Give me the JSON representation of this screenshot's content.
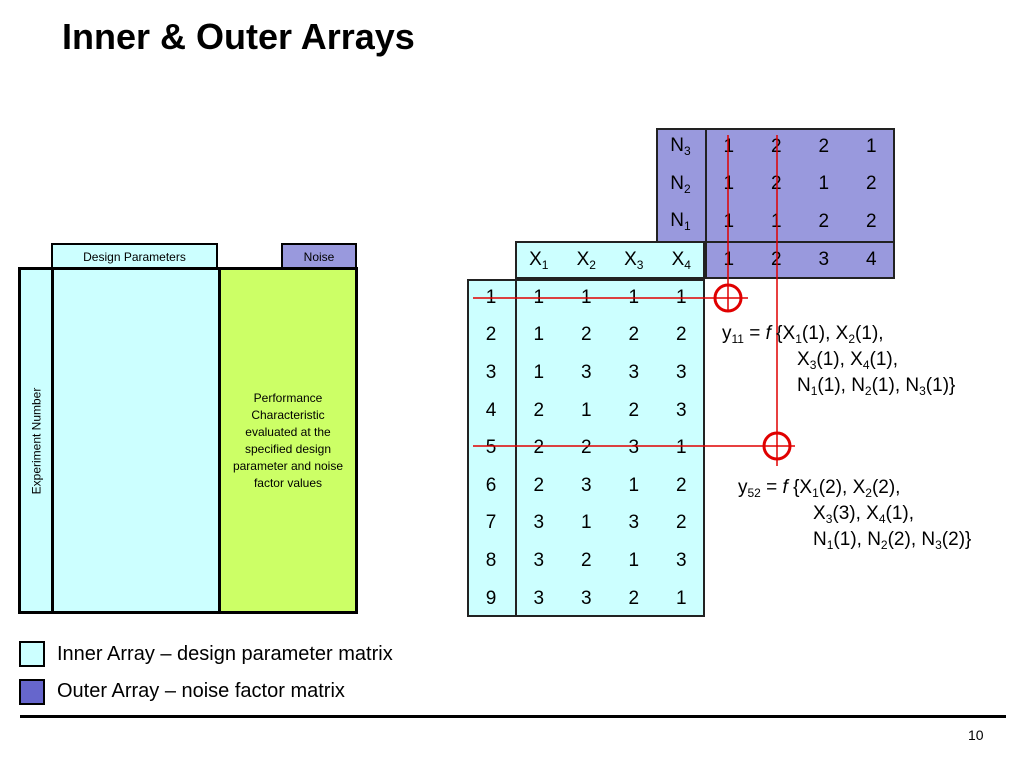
{
  "title": "Inner & Outer Arrays",
  "left_diagram": {
    "design_header": "Design Parameters",
    "noise_header": "Noise",
    "experiment_label": "Experiment Number",
    "performance_text": "Performance Characteristic evaluated at the specified design parameter and noise factor values"
  },
  "inner_array": {
    "headers": [
      "X",
      "X",
      "X",
      "X"
    ],
    "header_subs": [
      "1",
      "2",
      "3",
      "4"
    ],
    "rows": [
      [
        "1",
        "1",
        "1",
        "1",
        "1"
      ],
      [
        "2",
        "1",
        "2",
        "2",
        "2"
      ],
      [
        "3",
        "1",
        "3",
        "3",
        "3"
      ],
      [
        "4",
        "2",
        "1",
        "2",
        "3"
      ],
      [
        "5",
        "2",
        "2",
        "3",
        "1"
      ],
      [
        "6",
        "2",
        "3",
        "1",
        "2"
      ],
      [
        "7",
        "3",
        "1",
        "3",
        "2"
      ],
      [
        "8",
        "3",
        "2",
        "1",
        "3"
      ],
      [
        "9",
        "3",
        "3",
        "2",
        "1"
      ]
    ]
  },
  "outer_array": {
    "row_labels": [
      "N",
      "N",
      "N"
    ],
    "row_label_subs": [
      "3",
      "2",
      "1"
    ],
    "rows": [
      [
        "1",
        "2",
        "2",
        "1"
      ],
      [
        "1",
        "2",
        "1",
        "2"
      ],
      [
        "1",
        "1",
        "2",
        "2"
      ]
    ],
    "column_numbers": [
      "1",
      "2",
      "3",
      "4"
    ]
  },
  "formulas": [
    {
      "lines": [
        [
          {
            "t": "y"
          },
          {
            "s": "11"
          },
          {
            "t": " = "
          },
          {
            "i": "f"
          },
          {
            "t": " {X"
          },
          {
            "s": "1"
          },
          {
            "t": "(1), X"
          },
          {
            "s": "2"
          },
          {
            "t": "(1),"
          }
        ],
        [
          {
            "t": "X"
          },
          {
            "s": "3"
          },
          {
            "t": "(1), X"
          },
          {
            "s": "4"
          },
          {
            "t": "(1),"
          }
        ],
        [
          {
            "t": "N"
          },
          {
            "s": "1"
          },
          {
            "t": "(1), N"
          },
          {
            "s": "2"
          },
          {
            "t": "(1), N"
          },
          {
            "s": "3"
          },
          {
            "t": "(1)}"
          }
        ]
      ]
    },
    {
      "lines": [
        [
          {
            "t": "y"
          },
          {
            "s": "52"
          },
          {
            "t": " = "
          },
          {
            "i": "f"
          },
          {
            "t": " {X"
          },
          {
            "s": "1"
          },
          {
            "t": "(2), X"
          },
          {
            "s": "2"
          },
          {
            "t": "(2),"
          }
        ],
        [
          {
            "t": "X"
          },
          {
            "s": "3"
          },
          {
            "t": "(3), X"
          },
          {
            "s": "4"
          },
          {
            "t": "(1),"
          }
        ],
        [
          {
            "t": "N"
          },
          {
            "s": "1"
          },
          {
            "t": "(1), N"
          },
          {
            "s": "2"
          },
          {
            "t": "(2), N"
          },
          {
            "s": "3"
          },
          {
            "t": "(2)}"
          }
        ]
      ]
    }
  ],
  "legend": [
    {
      "label": "Inner Array – design parameter matrix",
      "color": "#ccffff"
    },
    {
      "label": "Outer Array – noise factor matrix",
      "color": "#6666cc"
    }
  ],
  "page_number": "10",
  "colors": {
    "inner": "#ccffff",
    "outer": "#9999dd",
    "performance": "#ccff66",
    "marker": "#e00000"
  }
}
